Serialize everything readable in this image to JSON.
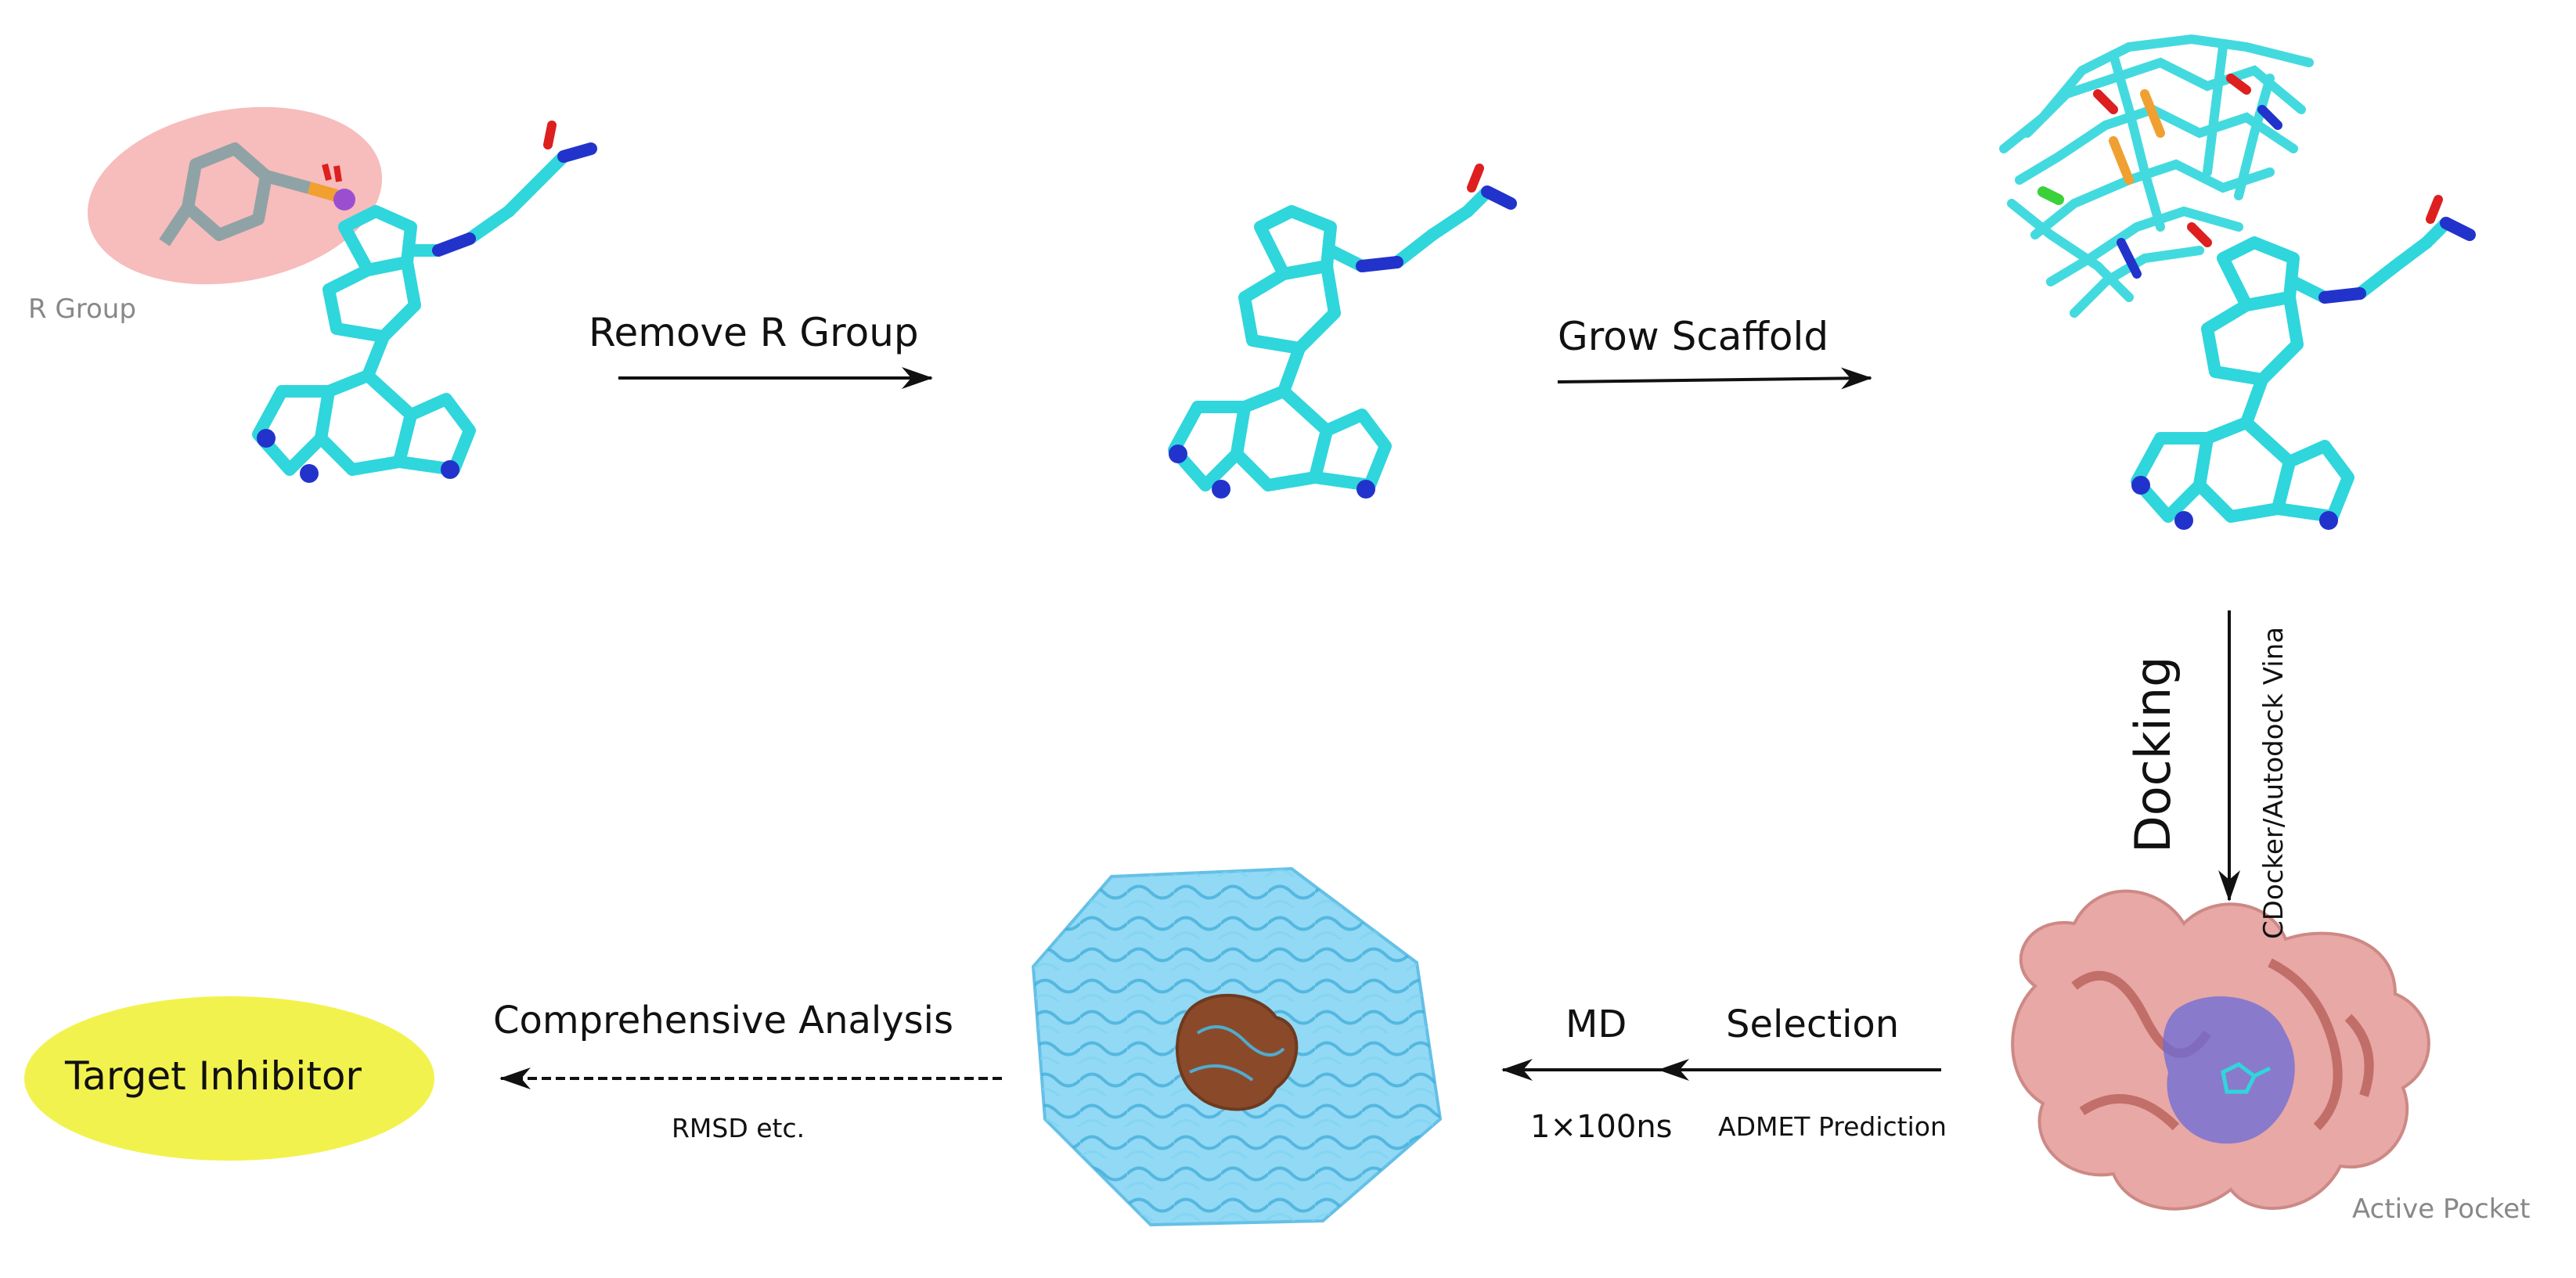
{
  "labels": {
    "r_group": "R Group",
    "remove_r_group": "Remove R Group",
    "grow_scaffold": "Grow Scaffold",
    "docking": "Docking",
    "docking_tools": "CDocker/Autodock Vina",
    "active_pocket": "Active Pocket",
    "selection": "Selection",
    "admet": "ADMET Prediction",
    "md": "MD",
    "md_time": "1×100ns",
    "comprehensive_analysis": "Comprehensive Analysis",
    "rmsd": "RMSD etc.",
    "target_inhibitor": "Target Inhibitor"
  },
  "colors": {
    "carbon": "#2fd6dc",
    "nitrogen": "#2233cc",
    "oxygen": "#dd1f1f",
    "hydrogen": "#d9d9d9",
    "r_group_highlight": "#f4a6a6",
    "protein_surface": "#e49a96",
    "pocket": "#6b6bd8",
    "water_box": "#5ec3ea",
    "protein_core": "#8a4a2a",
    "target_ellipse": "#f2f24e"
  }
}
